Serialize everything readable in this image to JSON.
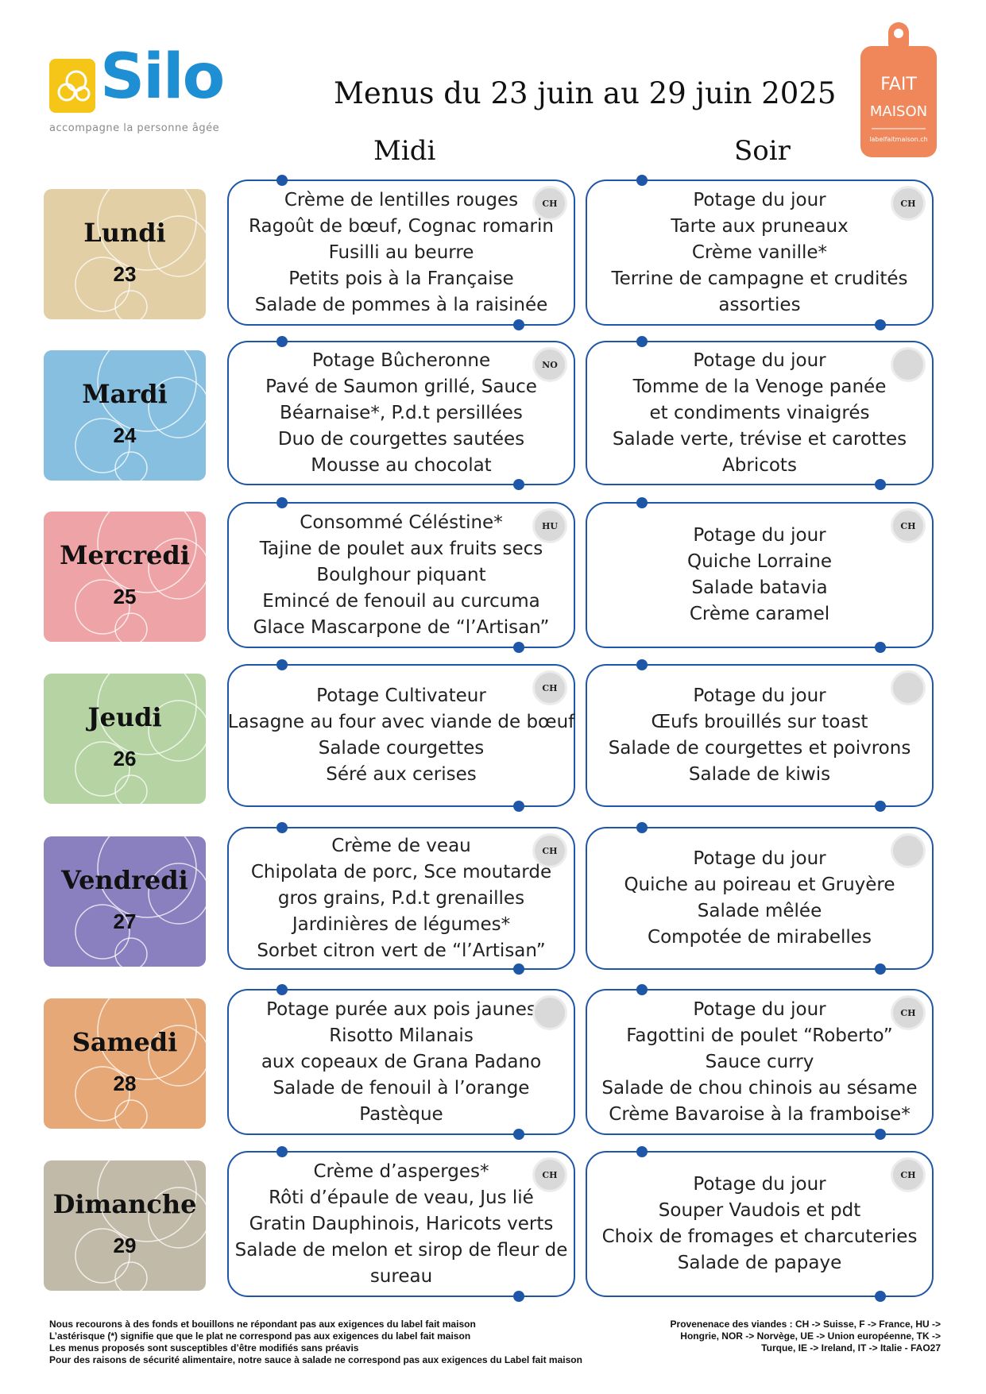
{
  "brand": {
    "name": "Silo",
    "tagline": "accompagne la personne âgée",
    "accent": "#1f8fd4",
    "mark_color": "#f5c518"
  },
  "title": "Menus du 23 juin au 29 juin 2025",
  "badge": {
    "line1": "FAIT",
    "line2": "MAISON",
    "url": "labelfaitmaison.ch",
    "color": "#f0875a"
  },
  "columns": {
    "midi": "Midi",
    "soir": "Soir"
  },
  "days": [
    {
      "name": "Lundi",
      "num": "23",
      "color": "#e2cfa5",
      "midi": {
        "origin": "CH",
        "lines": [
          "Crème de lentilles rouges",
          "Ragoût de bœuf, Cognac romarin",
          "Fusilli au beurre",
          "Petits pois à la Française",
          "Salade de pommes à la raisinée"
        ]
      },
      "soir": {
        "origin": "CH",
        "lines": [
          "Potage du jour",
          "Tarte aux pruneaux",
          "Crème vanille*",
          "Terrine de campagne et crudités",
          "assorties"
        ]
      }
    },
    {
      "name": "Mardi",
      "num": "24",
      "color": "#86bfe0",
      "midi": {
        "origin": "NO",
        "lines": [
          "Potage Bûcheronne",
          "Pavé de Saumon grillé, Sauce",
          "Béarnaise*, P.d.t persillées",
          "Duo de courgettes sautées",
          "Mousse au chocolat"
        ]
      },
      "soir": {
        "origin": "",
        "lines": [
          "Potage du jour",
          "Tomme de la Venoge panée",
          "et condiments vinaigrés",
          "Salade verte, trévise et carottes",
          "Abricots"
        ]
      }
    },
    {
      "name": "Mercredi",
      "num": "25",
      "color": "#eea3a6",
      "midi": {
        "origin": "HU",
        "lines": [
          "Consommé Céléstine*",
          "Tajine de poulet aux fruits secs",
          "Boulghour piquant",
          "Emincé de fenouil au curcuma",
          "Glace Mascarpone de “l’Artisan”"
        ]
      },
      "soir": {
        "origin": "CH",
        "lines": [
          "Potage du jour",
          "Quiche Lorraine",
          "Salade batavia",
          "Crème caramel"
        ]
      }
    },
    {
      "name": "Jeudi",
      "num": "26",
      "color": "#b6d3a4",
      "midi": {
        "origin": "CH",
        "lines": [
          "Potage Cultivateur",
          "Lasagne au four avec viande de bœuf",
          "Salade courgettes",
          "Séré aux cerises"
        ]
      },
      "soir": {
        "origin": "",
        "lines": [
          "Potage du jour",
          "Œufs brouillés sur toast",
          "Salade de courgettes et poivrons",
          "Salade de kiwis"
        ]
      }
    },
    {
      "name": "Vendredi",
      "num": "27",
      "color": "#8a7fbf",
      "midi": {
        "origin": "CH",
        "lines": [
          "Crème de veau",
          "Chipolata de porc, Sce moutarde",
          "gros grains, P.d.t grenailles",
          "Jardinières de légumes*",
          "Sorbet citron vert de “l’Artisan”"
        ]
      },
      "soir": {
        "origin": "",
        "lines": [
          "Potage du jour",
          "Quiche au poireau et Gruyère",
          "Salade mêlée",
          "Compotée de mirabelles"
        ]
      }
    },
    {
      "name": "Samedi",
      "num": "28",
      "color": "#e7a877",
      "midi": {
        "origin": "",
        "lines": [
          "Potage purée aux pois jaunes",
          "Risotto Milanais",
          "aux copeaux de Grana Padano",
          "Salade de fenouil à l’orange",
          "Pastèque"
        ]
      },
      "soir": {
        "origin": "CH",
        "lines": [
          "Potage du jour",
          "Fagottini de poulet “Roberto”",
          "Sauce curry",
          "Salade de chou chinois au sésame",
          "Crème Bavaroise à la framboise*"
        ]
      }
    },
    {
      "name": "Dimanche",
      "num": "29",
      "color": "#c2baa8",
      "midi": {
        "origin": "CH",
        "lines": [
          "Crème d’asperges*",
          "Rôti d’épaule de veau, Jus lié",
          "Gratin Dauphinois, Haricots verts",
          "Salade de melon et sirop de fleur de",
          "sureau"
        ]
      },
      "soir": {
        "origin": "CH",
        "lines": [
          "Potage du jour",
          "Souper Vaudois et pdt",
          "Choix de fromages et charcuteries",
          "Salade de papaye"
        ]
      }
    }
  ],
  "footer": {
    "left": [
      "Nous recourons à des fonds et bouillons ne répondant pas aux exigences du label fait maison",
      "L’astérisque (*) signifie que que le plat ne correspond pas aux exigences du label fait maison",
      "Les menus proposés sont susceptibles d’être modifiés sans préavis",
      "Pour des raisons de sécurité alimentaire, notre sauce à salade ne correspond pas aux exigences du Label fait maison"
    ],
    "right": [
      "Provenenace des viandes : CH -> Suisse, F -> France, HU ->",
      "Hongrie, NOR -> Norvège, UE -> Union européenne, TK ->",
      "Turque, IE -> Ireland, IT -> Italie - FAO27"
    ]
  }
}
